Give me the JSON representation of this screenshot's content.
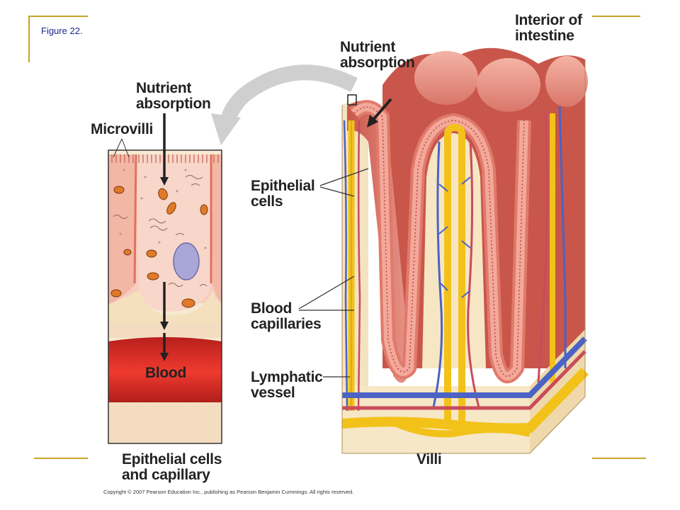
{
  "slide": {
    "figure_label": "Figure 22.",
    "copyright": "Copyright © 2007 Pearson Education Inc., publishing as Pearson Benjamin Cummings. All rights reserved."
  },
  "labels": {
    "interior_of_intestine": "Interior of intestine",
    "nutrient_absorption_right": "Nutrient absorption",
    "nutrient_absorption_left": "Nutrient absorption",
    "microvilli": "Microvilli",
    "epithelial_cells": "Epithelial cells",
    "blood_capillaries": "Blood capillaries",
    "lymphatic_vessel": "Lymphatic vessel",
    "blood": "Blood",
    "epithelial_cells_and_capillary": "Epithelial cells and capillary",
    "villi": "Villi"
  },
  "colors": {
    "accent_line": "#c9a227",
    "blood_red": "#d42a25",
    "lymph_yellow": "#f2c21a",
    "vein_blue": "#4a63c4",
    "villus_pink": "#e8968a",
    "cell_cream": "#f3e3c2"
  }
}
